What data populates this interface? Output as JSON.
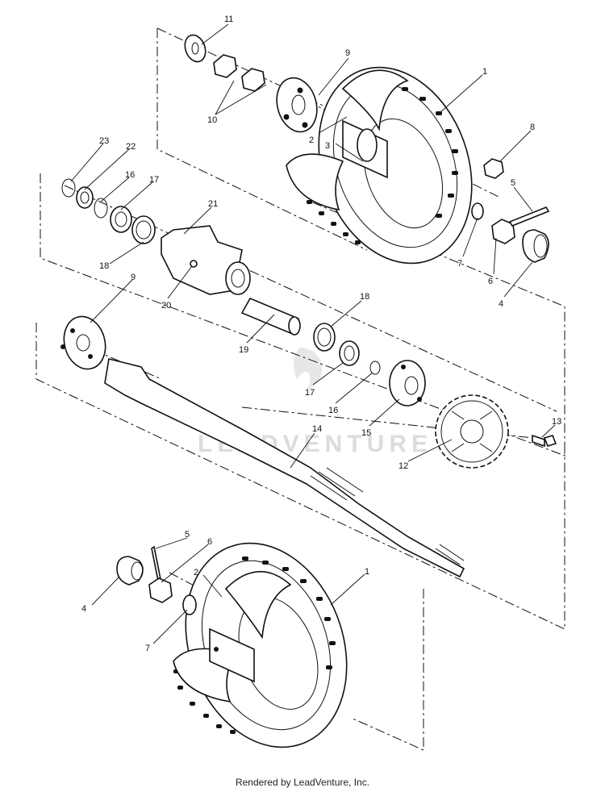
{
  "callouts": {
    "c1a": "1",
    "c2a": "2",
    "c3": "3",
    "c4a": "4",
    "c5a": "5",
    "c6a": "6",
    "c7a": "7",
    "c8": "8",
    "c9a": "9",
    "c10": "10",
    "c11": "11",
    "c23": "23",
    "c22": "22",
    "c16a": "16",
    "c17a": "17",
    "c18a": "18",
    "c21": "21",
    "c20": "20",
    "c9b": "9",
    "c18b": "18",
    "c19": "19",
    "c17b": "17",
    "c16b": "16",
    "c15": "15",
    "c13": "13",
    "c12": "12",
    "c14": "14",
    "c5b": "5",
    "c6b": "6",
    "c1b": "1",
    "c2b": "2",
    "c4b": "4",
    "c7b": "7"
  },
  "watermark": "LEADVENTURE",
  "footer": "Rendered by LeadVenture, Inc."
}
